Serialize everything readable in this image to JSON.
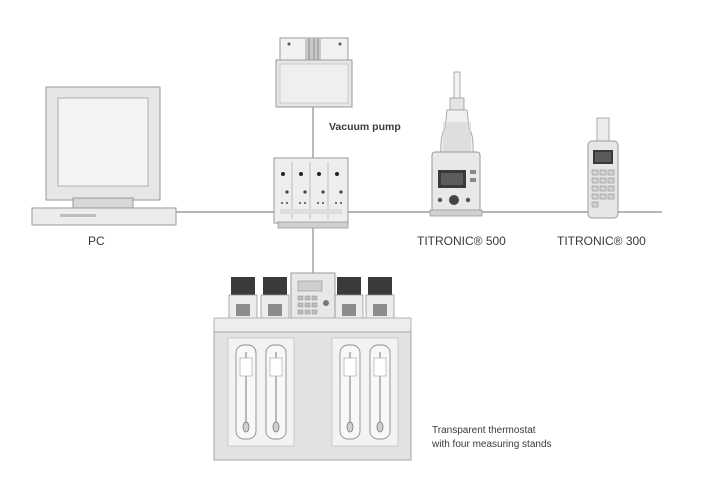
{
  "labels": {
    "pc": "PC",
    "vacuum_pump": "Vacuum pump",
    "titronic_500": "TITRONIC® 500",
    "titronic_300": "TITRONIC® 300",
    "thermostat_line1": "Transparent thermostat",
    "thermostat_line2": "with four measuring stands"
  },
  "colors": {
    "outline": "#8c8c8c",
    "fill_light": "#ececec",
    "fill_mid": "#d4d4d4",
    "fill_dark": "#3a3a3a",
    "line": "#7a7a7a"
  }
}
